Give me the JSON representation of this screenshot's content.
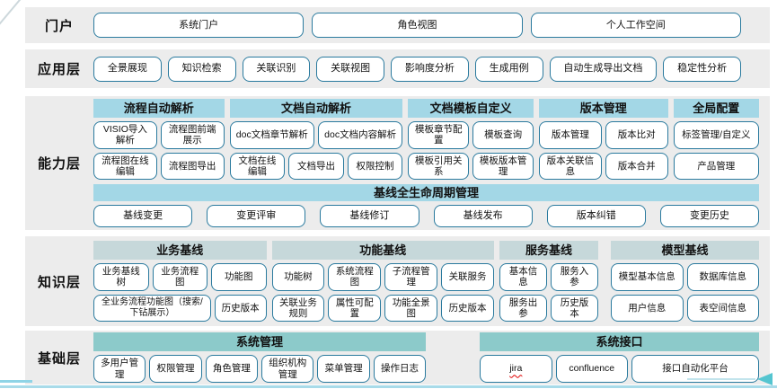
{
  "colors": {
    "band_bg": "#ececec",
    "button_border": "#2a7a9e",
    "header_blue": "#a3d7e6",
    "header_gray": "#c6d8da",
    "header_teal": "#8ccaca",
    "bottom_line": "#a8dbe9",
    "arrow": "#54c5d0",
    "squiggle": "#e00000"
  },
  "decor": {
    "squiggle_item": "jira"
  },
  "layers": {
    "portal": {
      "label": "门户",
      "items": [
        "系统门户",
        "角色视图",
        "个人工作空间"
      ]
    },
    "application": {
      "label": "应用层",
      "items": [
        "全景展现",
        "知识检索",
        "关联识别",
        "关联视图",
        "影响度分析",
        "生成用例",
        "自动生成导出文档",
        "稳定性分析"
      ]
    },
    "capability": {
      "label": "能力层",
      "groups": [
        {
          "title": "流程自动解析",
          "rows": [
            [
              "VISIO导入解析",
              "流程图前端展示"
            ],
            [
              "流程图在线编辑",
              "流程图导出"
            ]
          ]
        },
        {
          "title": "文档自动解析",
          "rows": [
            [
              "doc文档章节解析",
              "doc文档内容解析"
            ],
            [
              "文档在线编辑",
              "文档导出",
              "权限控制"
            ]
          ]
        },
        {
          "title": "文档模板自定义",
          "rows": [
            [
              "模板章节配置",
              "模板查询"
            ],
            [
              "模板引用关系",
              "模板版本管理"
            ]
          ]
        },
        {
          "title": "版本管理",
          "rows": [
            [
              "版本管理",
              "版本比对"
            ],
            [
              "版本关联信息",
              "版本合并"
            ]
          ]
        },
        {
          "title": "全局配置",
          "rows": [
            [
              "标签管理/自定义"
            ],
            [
              "产品管理"
            ]
          ]
        }
      ],
      "baseline": {
        "title": "基线全生命周期管理",
        "items": [
          "基线变更",
          "变更评审",
          "基线修订",
          "基线发布",
          "版本纠错",
          "变更历史"
        ]
      }
    },
    "knowledge": {
      "label": "知识层",
      "groups": [
        {
          "title": "业务基线",
          "rows": [
            [
              "业务基线树",
              "业务流程图",
              "功能图"
            ],
            [
              "全业务流程功能图（搜索/下钻展示）",
              "历史版本"
            ]
          ]
        },
        {
          "title": "功能基线",
          "rows": [
            [
              "功能树",
              "系统流程图",
              "子流程管理",
              "关联服务"
            ],
            [
              "关联业务规则",
              "属性可配置",
              "功能全景图",
              "历史版本"
            ]
          ]
        },
        {
          "title": "服务基线",
          "rows": [
            [
              "基本信息",
              "服务入参"
            ],
            [
              "服务出参",
              "历史版本"
            ]
          ]
        },
        {
          "title": "模型基线",
          "rows": [
            [
              "模型基本信息",
              "数据库信息"
            ],
            [
              "用户信息",
              "表空间信息"
            ]
          ]
        }
      ]
    },
    "foundation": {
      "label": "基础层",
      "groups": [
        {
          "title": "系统管理",
          "rows": [
            [
              "多用户管理",
              "权限管理",
              "角色管理",
              "组织机构管理",
              "菜单管理",
              "操作日志"
            ]
          ]
        },
        {
          "title": "系统接口",
          "rows": [
            [
              "jira",
              "confluence",
              "接口自动化平台"
            ]
          ]
        }
      ]
    }
  }
}
